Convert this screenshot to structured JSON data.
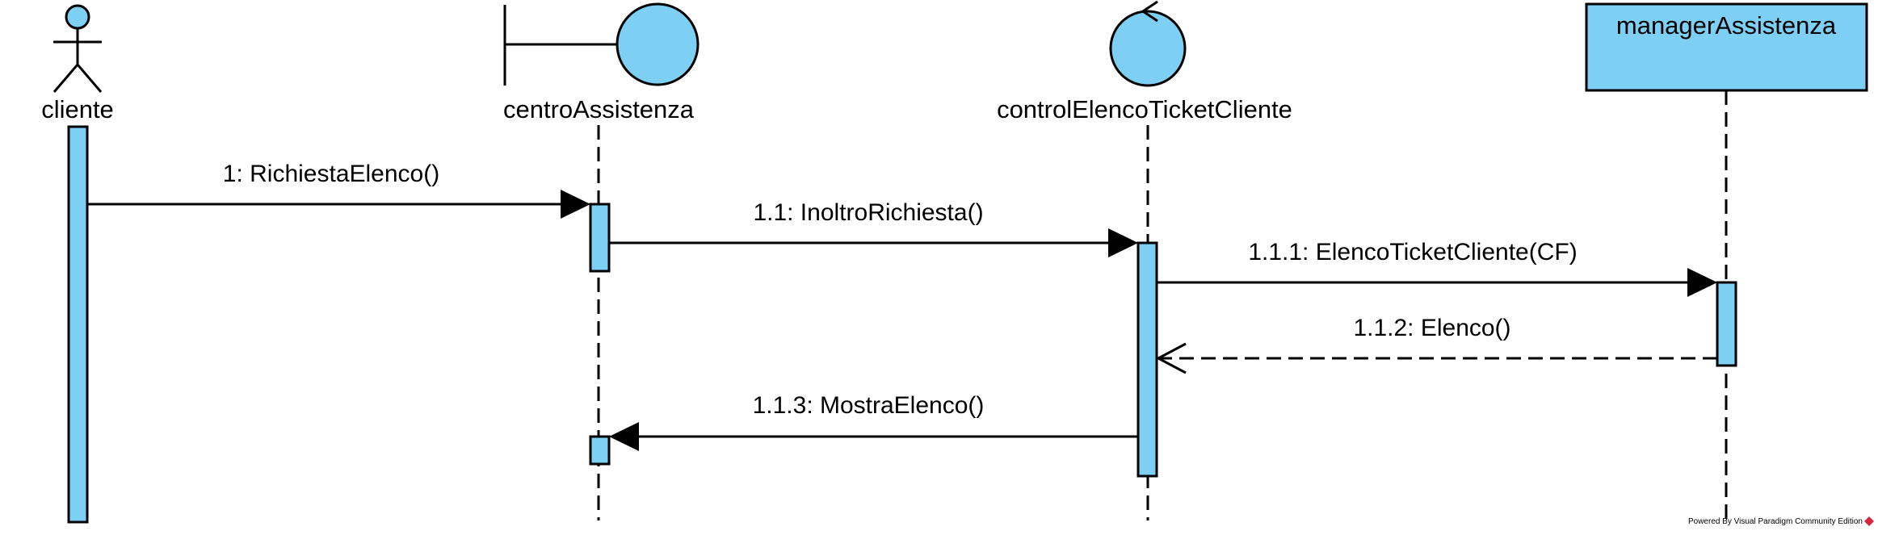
{
  "diagram": {
    "type": "uml-sequence",
    "participants": [
      {
        "id": "p1",
        "name": "cliente",
        "stereotype": "actor"
      },
      {
        "id": "p2",
        "name": "centroAssistenza",
        "stereotype": "boundary"
      },
      {
        "id": "p3",
        "name": "controlElencoTicketCliente",
        "stereotype": "control"
      },
      {
        "id": "p4",
        "name": "managerAssistenza",
        "stereotype": "class"
      }
    ],
    "messages": [
      {
        "label": "1: RichiestaElenco()",
        "from": "cliente",
        "to": "centroAssistenza",
        "kind": "synchronous"
      },
      {
        "label": "1.1: InoltroRichiesta()",
        "from": "centroAssistenza",
        "to": "controlElencoTicketCliente",
        "kind": "synchronous"
      },
      {
        "label": "1.1.1: ElencoTicketCliente(CF)",
        "from": "controlElencoTicketCliente",
        "to": "managerAssistenza",
        "kind": "synchronous"
      },
      {
        "label": "1.1.2: Elenco()",
        "from": "managerAssistenza",
        "to": "controlElencoTicketCliente",
        "kind": "return"
      },
      {
        "label": "1.1.3: MostraElenco()",
        "from": "controlElencoTicketCliente",
        "to": "centroAssistenza",
        "kind": "synchronous"
      }
    ]
  },
  "footer": {
    "text": "Powered By  Visual Paradigm Community Edition"
  },
  "colors": {
    "fill": "#7DCFF3",
    "stroke": "#000000",
    "logo": "#D6283C"
  }
}
